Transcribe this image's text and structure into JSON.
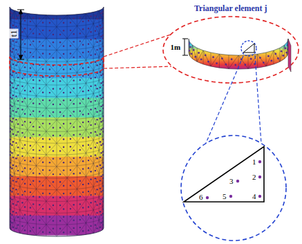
{
  "diagram": {
    "labels": [
      "t1",
      "Triangular element j",
      "1m",
      "1",
      "2",
      "3",
      "4",
      "5",
      "6"
    ]
  }
}
